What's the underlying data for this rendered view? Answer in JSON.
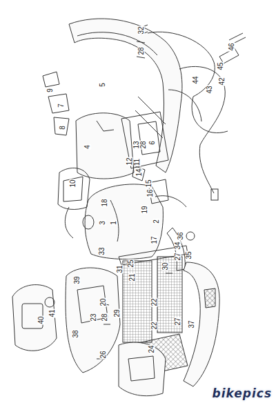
{
  "diagram": {
    "labels": [
      "9",
      "7",
      "8",
      "5",
      "4",
      "13",
      "28",
      "12",
      "11",
      "6",
      "28",
      "32",
      "44",
      "43",
      "42",
      "45",
      "46",
      "10",
      "14",
      "15",
      "16",
      "18",
      "3",
      "1",
      "19",
      "2",
      "17",
      "36",
      "34",
      "35",
      "30",
      "27",
      "25",
      "21",
      "31",
      "33",
      "39",
      "38",
      "20",
      "28",
      "29",
      "23",
      "22",
      "22",
      "27",
      "24",
      "26",
      "37",
      "40",
      "41",
      "bikepics"
    ]
  }
}
